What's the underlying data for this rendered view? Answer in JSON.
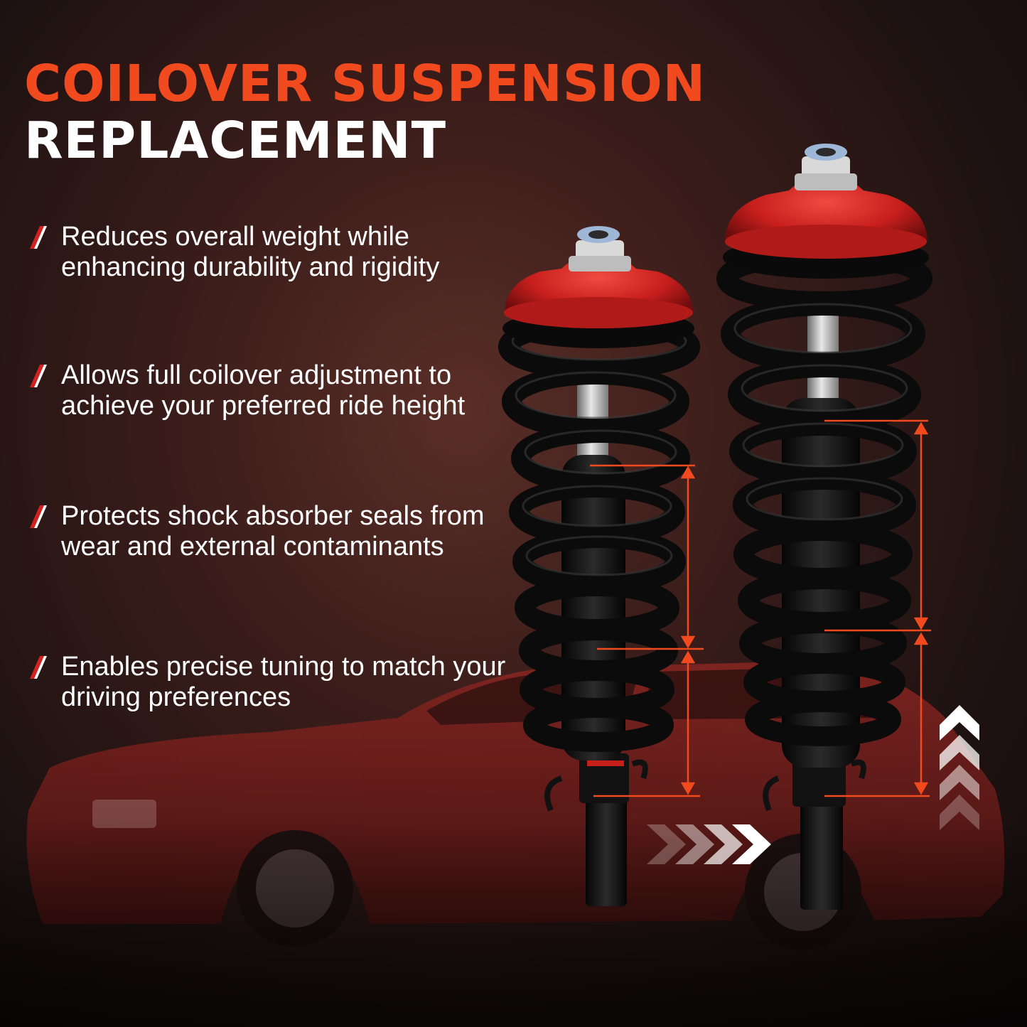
{
  "headline": {
    "line1": "COILOVER SUSPENSION",
    "line2": "REPLACEMENT"
  },
  "features": [
    {
      "icon": "slash-mark-icon",
      "text": "Reduces overall weight while enhancing durability and rigidity"
    },
    {
      "icon": "slash-mark-icon",
      "text": "Allows full coilover adjustment to achieve your preferred ride height"
    },
    {
      "icon": "slash-mark-icon",
      "text": "Protects shock absorber seals from wear and external contaminants"
    },
    {
      "icon": "slash-mark-icon",
      "text": "Enables precise tuning to match your driving preferences"
    }
  ],
  "colors": {
    "accent": "#f04a1e",
    "headline_secondary": "#ffffff",
    "mount_red": "#d3211f",
    "car_red": "#7a1f1c",
    "spring_black": "#0d0d0d"
  },
  "illustration": {
    "car": "red-sedan-silhouette",
    "product": "coilover-strut-pair",
    "indicators": [
      "height-adjustment-arrows",
      "chevron-arrows-right",
      "chevron-arrows-up"
    ]
  }
}
